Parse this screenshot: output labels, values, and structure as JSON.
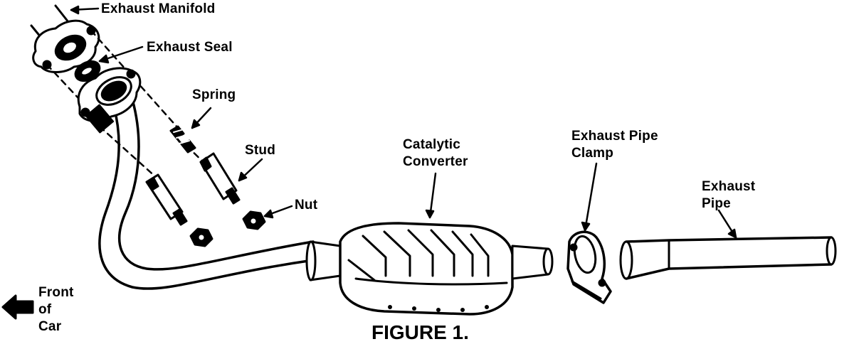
{
  "labels": {
    "exhaust_manifold": "Exhaust Manifold",
    "exhaust_seal": "Exhaust Seal",
    "spring": "Spring",
    "stud": "Stud",
    "nut": "Nut",
    "catalytic_converter_line1": "Catalytic",
    "catalytic_converter_line2": "Converter",
    "exhaust_pipe_clamp_line1": "Exhaust Pipe",
    "exhaust_pipe_clamp_line2": "Clamp",
    "exhaust_pipe_line1": "Exhaust",
    "exhaust_pipe_line2": "Pipe",
    "front_line1": "Front",
    "front_line2": "of",
    "front_line3": "Car"
  },
  "caption": "FIGURE 1.",
  "colors": {
    "ink": "#000000",
    "paper": "#ffffff"
  }
}
